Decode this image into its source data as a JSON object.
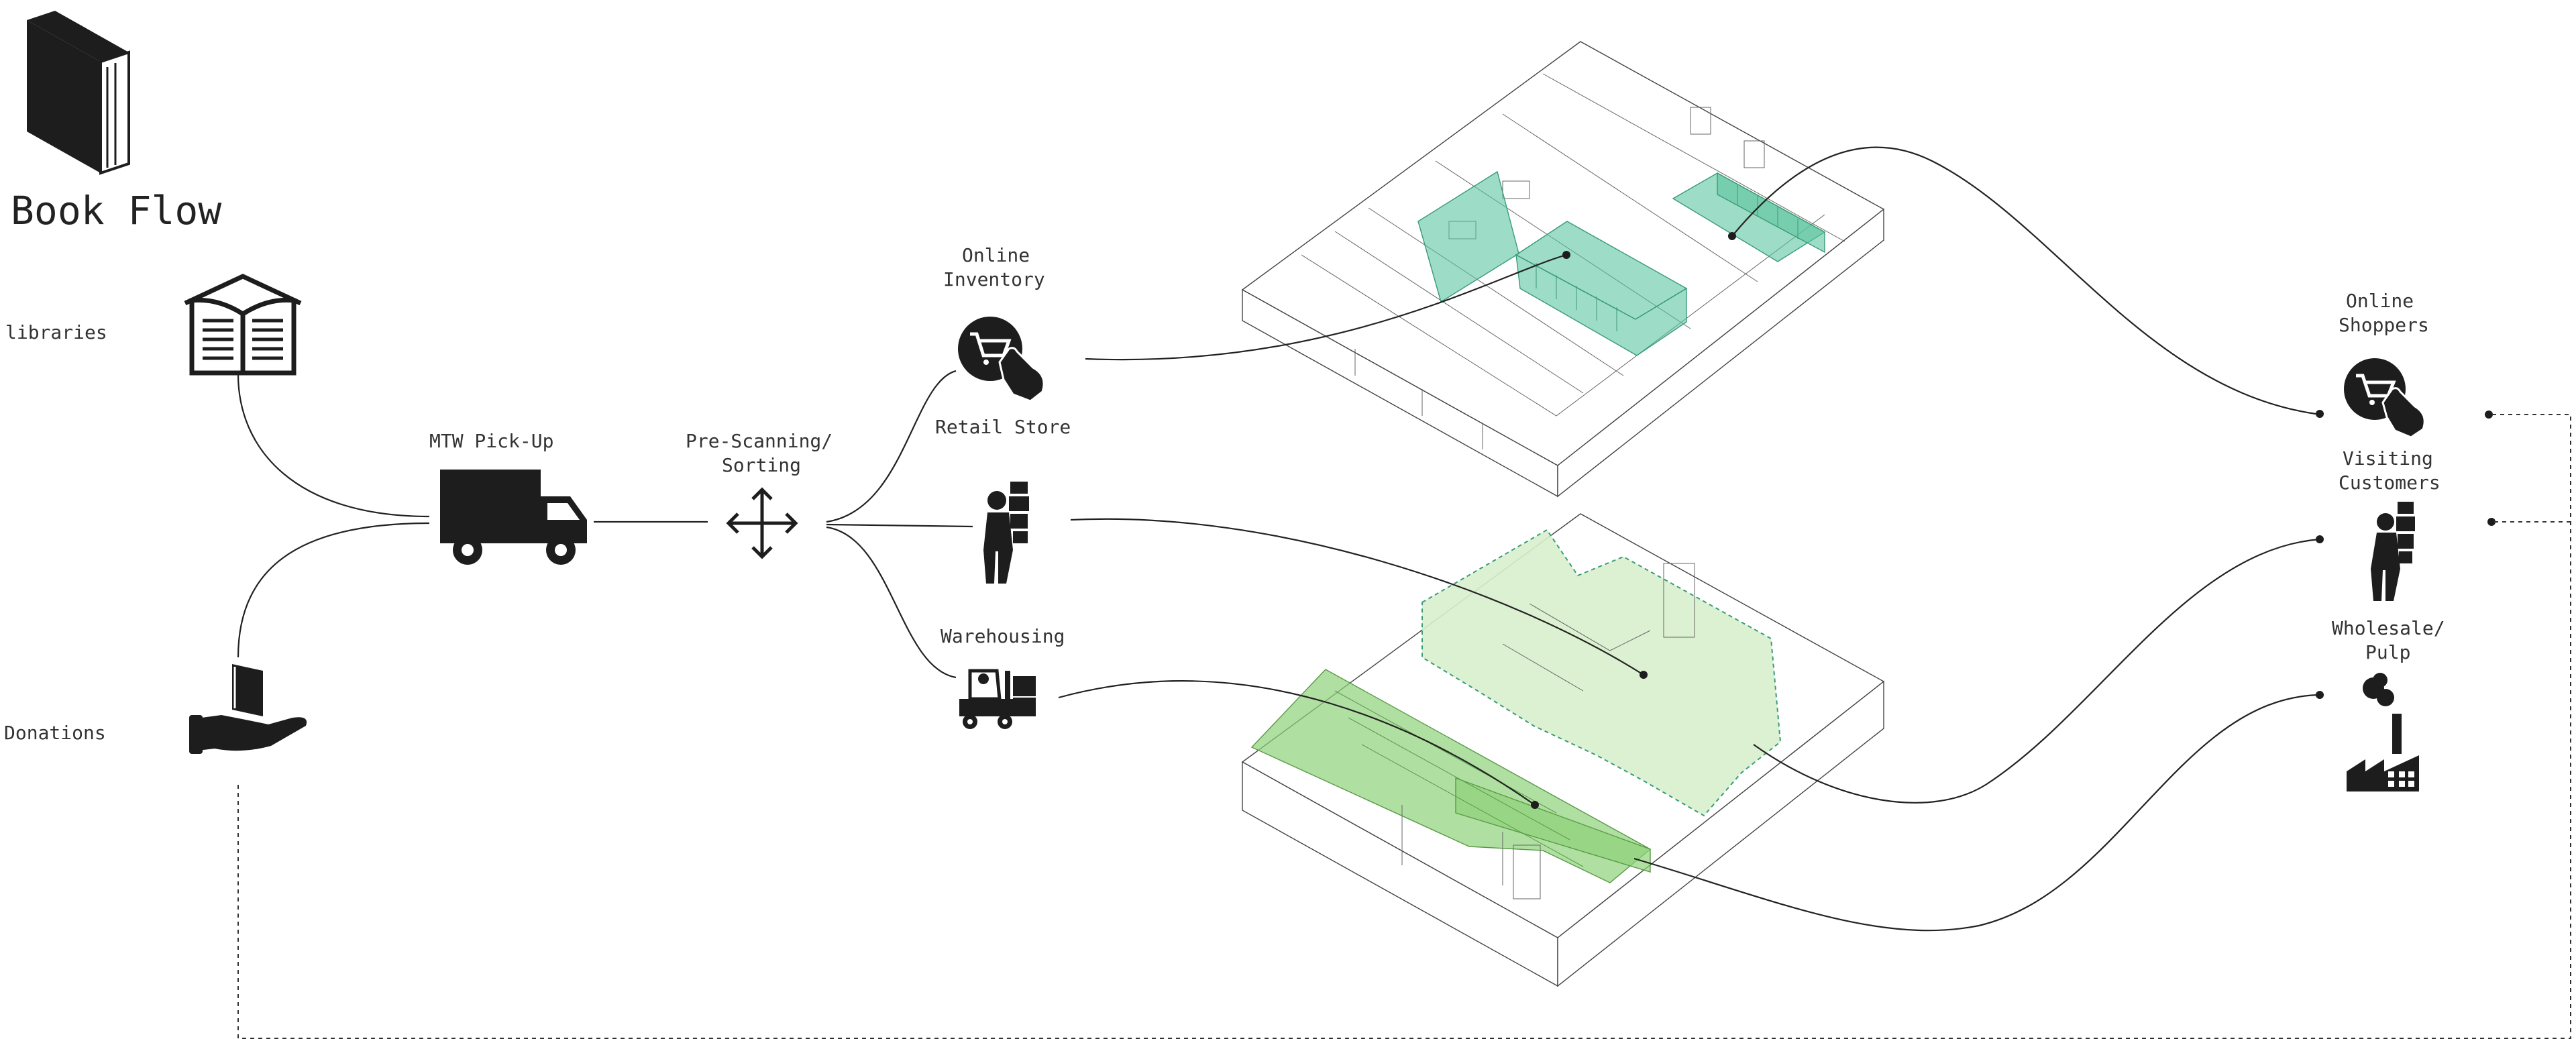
{
  "diagram": {
    "title": "Book Flow",
    "sources": {
      "libraries": "libraries",
      "donations": "Donations"
    },
    "nodes": {
      "pickup": "MTW Pick-Up",
      "prescan_line1": "Pre-Scanning/",
      "prescan_line2": "Sorting",
      "online_inv_line1": "Online",
      "online_inv_line2": "Inventory",
      "retail": "Retail Store",
      "warehousing": "Warehousing"
    },
    "destinations": {
      "shoppers_line1": "Online",
      "shoppers_line2": "Shoppers",
      "visiting_line1": "Visiting",
      "visiting_line2": "Customers",
      "wholesale_line1": "Wholesale/",
      "wholesale_line2": "Pulp"
    },
    "icons": {
      "title_icon": "book-icon",
      "libraries_icon": "open-book-library-icon",
      "donations_icon": "hand-giving-book-icon",
      "pickup_icon": "truck-icon",
      "sorting_icon": "four-way-arrows-icon",
      "online_icon": "shopping-cart-click-icon",
      "retail_icon": "person-carrying-boxes-icon",
      "warehouse_icon": "forklift-icon",
      "pulp_icon": "factory-icon"
    },
    "colors": {
      "teal_zone": "#5cc4a0",
      "green_zone": "#8fd27a",
      "light_green_zone": "#d8efcc",
      "line": "#222222"
    }
  }
}
